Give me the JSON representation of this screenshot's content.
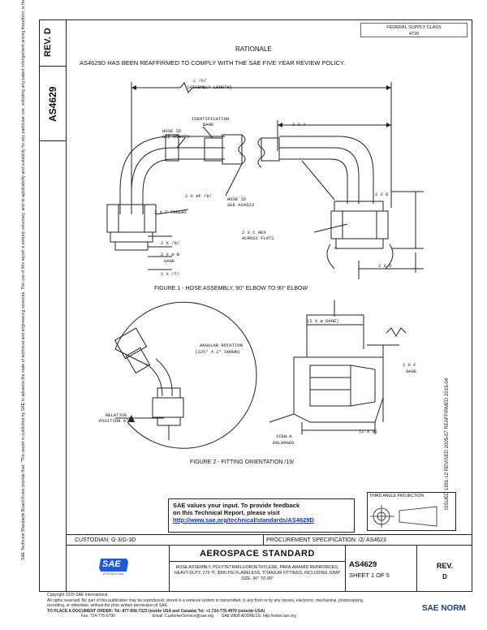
{
  "sidebar": {
    "rev_label": "REV.",
    "rev_value": "D",
    "doc_number": "AS4629",
    "notice": "SAE Technical Standards Board Rules provide that: \"This report is published by SAE to advance the state of technical and engineering sciences. The use of this report is entirely voluntary, and its applicability and suitability for any particular use, including any patent infringement arising therefrom, is the sole responsibility of the user.\" SAE reviews each technical report at least every five years at which time it may be revised, reaffirmed, stabilized, or cancelled. SAE invites your written comments and suggestions."
  },
  "header": {
    "fsc_line1": "FEDERAL SUPPLY CLASS",
    "fsc_line2": "4720",
    "rationale_heading": "RATIONALE",
    "rationale_text": "AS4629D HAS BEEN REAFFIRMED TO COMPLY WITH THE SAE FIVE YEAR REVIEW POLICY."
  },
  "figure1": {
    "l_label": "L /6/",
    "l_sub": "(ASSEMBLY LENGTH)",
    "ident_label": "IDENTIFICATION",
    "ident_sub": "BAND",
    "hose_id_left": "HOSE ID",
    "hose_id_left_sub": "SEE AS4623",
    "x_a": "2 X A",
    "x_f": "2 X øF /8/",
    "hose_id_right": "HOSE ID",
    "hose_id_right_sub": "SEE AS4623",
    "x_t": "2 X T THREAD",
    "x_c": "2 X C HEX",
    "x_c_sub": "ACROSS FLATS",
    "x_e": "2 X E",
    "x_9": "2 X /9/",
    "x_b": "2 X ø B",
    "x_b_sub": "GAGE",
    "x_7": "2 X /7/",
    "x_d": "2 X D",
    "a_label": "A",
    "caption": "FIGURE 1 - HOSE ASSEMBLY, 90° ELBOW TO 90° ELBOW"
  },
  "figure2": {
    "angular_1": "ANGULAR ROTATION",
    "angular_2": "(225° ± 2° SHOWN)",
    "relative_1": "RELATIVE",
    "relative_2": "POSITION 0°",
    "gage_top": "(2 X ø GAGE)",
    "x_f": "2 X F",
    "x_f_sub": "GAGE",
    "x_d": "(2 X D)",
    "view_1": "VIEW A",
    "view_2": "ENLARGED",
    "caption": "FIGURE 2 - FITTING ORIENTATION /19/"
  },
  "history": "ISSUED 1991-12    REVISED 2005-07    REAFFIRMED 2015-04",
  "feedback": {
    "line1": "SAE values your input. To provide feedback",
    "line2": "on this Technical Report, please visit",
    "url": "http://www.sae.org/technical/standards/AS4629D"
  },
  "projection": {
    "label": "THIRD ANGLE PROJECTION"
  },
  "footer": {
    "custodian": "CUSTODIAN: G-3/G-3D",
    "procurement": "PROCUREMENT SPECIFICATION: /2/ AS4623",
    "logo_text": "SAE",
    "logo_sub": "INTERNATIONAL",
    "standard_title": "AEROSPACE STANDARD",
    "description": "HOSE ASSEMBLY, POLYTETRAFLUOROETHYLENE, PARA-ARAMID REINFORCED, HEAVY-DUTY, 275 °F, 3000 PSI FLARELESS, TITANIUM FITTINGS, INCLUDING JUMP SIZE, 90° TO 90°",
    "doc_number": "AS4629",
    "sheet": "SHEET 1 OF 5",
    "rev_label": "REV.",
    "rev_value": "D"
  },
  "copyright": {
    "line1": "Copyright 2015 SAE International",
    "line2": "All rights reserved. No part of this publication may be reproduced, stored in a retrieval system or transmitted, in any form or by any means, electronic, mechanical, photocopying,",
    "line3": "recording, or otherwise, without the prior written permission of SAE.",
    "line4": "TO PLACE A DOCUMENT ORDER:    Tel: 877-606-7323 (inside USA and Canada)        Tel: +1 724-776-4970 (outside USA)",
    "line5": "                              Fax: 724-776-0790                                 Email: CustomerService@sae.org       SAE WEB ADDRESS: http://www.sae.org"
  },
  "watermark": "SAE NORM"
}
